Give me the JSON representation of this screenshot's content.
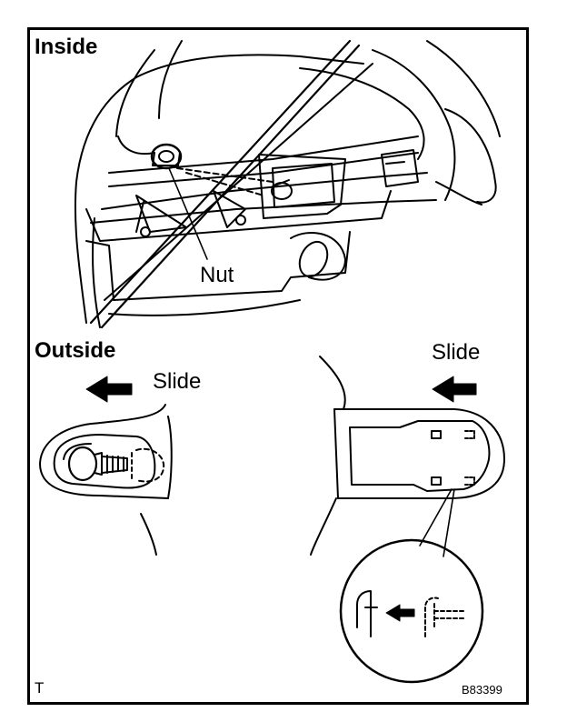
{
  "labels": {
    "inside": "Inside",
    "outside": "Outside",
    "nut": "Nut",
    "slide_left": "Slide",
    "slide_right": "Slide",
    "corner_code": "T",
    "figure_id": "B83399"
  },
  "icons": {
    "arrow": "left-arrow-icon"
  },
  "colors": {
    "ink": "#000000",
    "paper": "#ffffff"
  }
}
